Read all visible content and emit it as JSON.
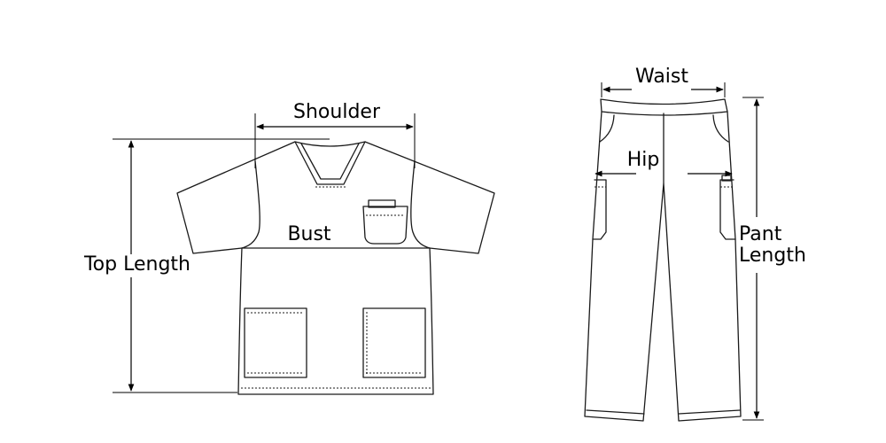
{
  "top": {
    "garment": "scrub top",
    "labels": {
      "shoulder": "Shoulder",
      "bust": "Bust",
      "top_length": "Top Length"
    }
  },
  "pants": {
    "garment": "scrub pants",
    "labels": {
      "waist": "Waist",
      "hip": "Hip",
      "pant_length_line1": "Pant",
      "pant_length_line2": "Length"
    }
  },
  "colors": {
    "line": "#1a1a1a",
    "background": "#ffffff"
  }
}
